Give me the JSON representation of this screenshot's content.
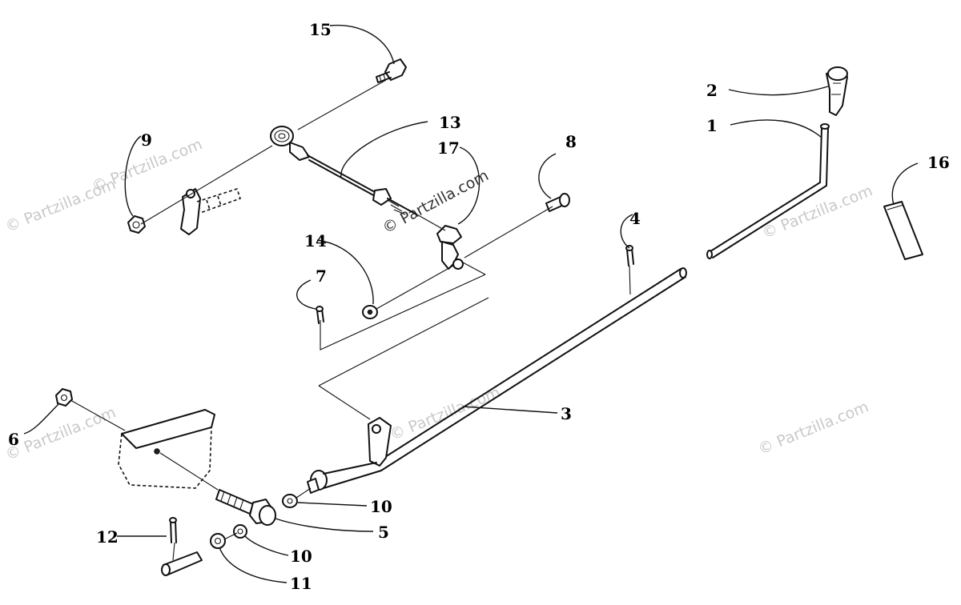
{
  "callouts": [
    "1",
    "2",
    "3",
    "4",
    "5",
    "6",
    "7",
    "8",
    "9",
    "10",
    "10",
    "11",
    "12",
    "13",
    "14",
    "15",
    "16",
    "17"
  ],
  "watermarks": [
    "© Partzilla.com",
    "© Partzilla.com",
    "© Partzilla.com",
    "© Partzilla.com",
    "© Partzilla.com",
    "© Partzilla.com",
    "© Partzilla.com"
  ],
  "colors": {
    "ink": "#111111",
    "background": "#ffffff",
    "watermark": "#c9c9c9"
  }
}
